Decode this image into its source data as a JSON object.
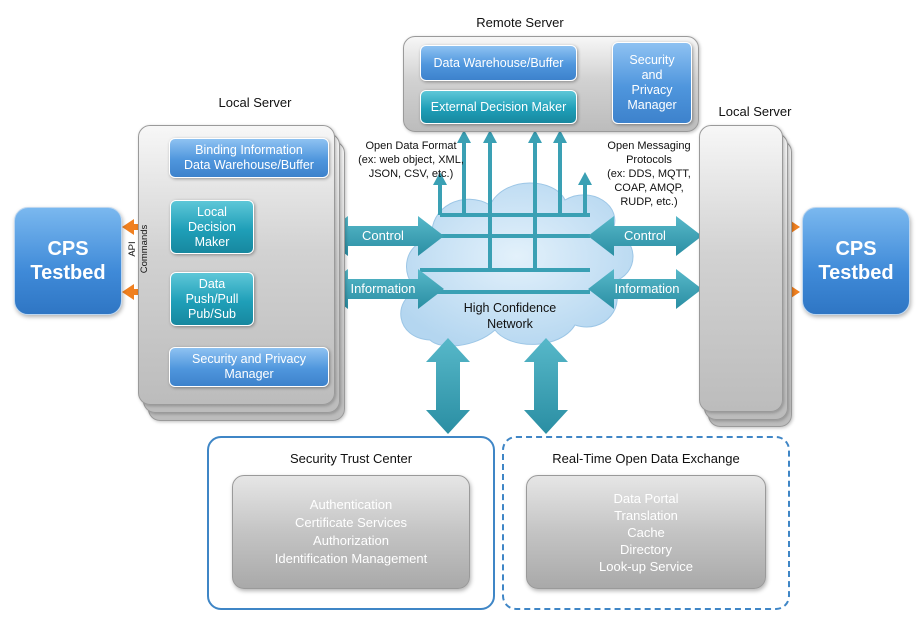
{
  "remote_server": {
    "title": "Remote Server",
    "warehouse": "Data Warehouse/Buffer",
    "decision": "External Decision Maker",
    "security": [
      "Security",
      "and",
      "Privacy",
      "Manager"
    ]
  },
  "local_left": {
    "title": "Local Server",
    "binding": [
      "Binding Information",
      "Data Warehouse/Buffer"
    ],
    "decision": [
      "Local",
      "Decision",
      "Maker"
    ],
    "push": [
      "Data",
      "Push/Pull",
      "Pub/Sub"
    ],
    "security": [
      "Security and Privacy",
      "Manager"
    ],
    "api": [
      "API",
      "Commands"
    ]
  },
  "local_right": {
    "title": "Local Server"
  },
  "testbed_left": [
    "CPS",
    "Testbed"
  ],
  "testbed_right": [
    "CPS",
    "Testbed"
  ],
  "notes": {
    "open_data": [
      "Open Data Format",
      "(ex: web object, XML,",
      "JSON, CSV, etc.)"
    ],
    "open_messaging": [
      "Open Messaging",
      "Protocols",
      "(ex: DDS, MQTT,",
      "COAP, AMQP,",
      "RUDP, etc.)"
    ]
  },
  "network": [
    "High Confidence",
    "Network"
  ],
  "arrows": {
    "control_left": "Control",
    "information_left": "Information",
    "control_right": "Control",
    "information_right": "Information"
  },
  "trust_center": {
    "title": "Security Trust Center",
    "items": [
      "Authentication",
      "Certificate Services",
      "Authorization",
      "Identification Management"
    ]
  },
  "exchange": {
    "title": "Real-Time Open Data Exchange",
    "items": [
      "Data Portal",
      "Translation",
      "Cache",
      "Directory",
      "Look-up Service"
    ]
  },
  "colors": {
    "teal_arrow": "#3aa0b4",
    "orange_arrow": "#f08020",
    "panel_border": "#3f86c6"
  }
}
